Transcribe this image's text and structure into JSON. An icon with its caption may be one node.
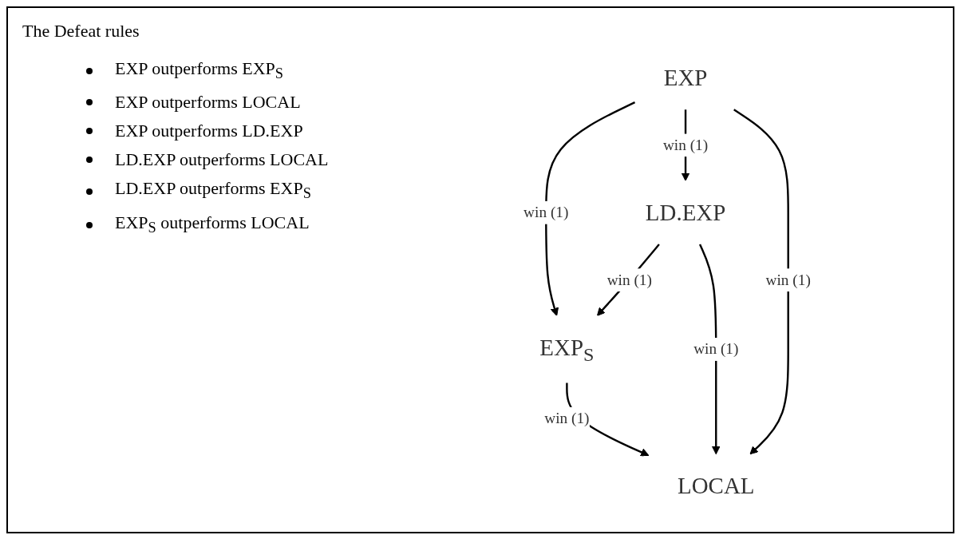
{
  "diagram": {
    "title": "The Defeat rules",
    "nodes": [
      {
        "text": [
          "EXP"
        ]
      },
      {
        "text": [
          "EXP$_{S}$"
        ]
      },
      {
        "text": [
          "LD.EXP"
        ]
      },
      {
        "text": [
          "LOCAL"
        ]
      }
    ],
    "edges": [
      {
        "from": 0,
        "to": 1,
        "arrow": "to",
        "label": "win (1)"
      },
      {
        "from": 0,
        "to": 2,
        "arrow": "to",
        "label": "win (1)"
      },
      {
        "from": 0,
        "to": 3,
        "arrow": "to",
        "label": "win (1)"
      },
      {
        "from": 2,
        "to": 1,
        "arrow": "to",
        "label": "win (1)"
      },
      {
        "from": 2,
        "to": 3,
        "arrow": "to",
        "label": "win (1)"
      },
      {
        "from": 1,
        "to": 3,
        "arrow": "to",
        "label": "win (1)"
      }
    ],
    "labels": [
      "EXP outperforms EXP$_{S}$",
      "EXP outperforms LOCAL",
      "EXP outperforms LD.EXP",
      "LD.EXP outperforms LOCAL",
      "LD.EXP outperforms EXP$_{S}$",
      "EXP$_{S}$ outperforms LOCAL"
    ]
  }
}
